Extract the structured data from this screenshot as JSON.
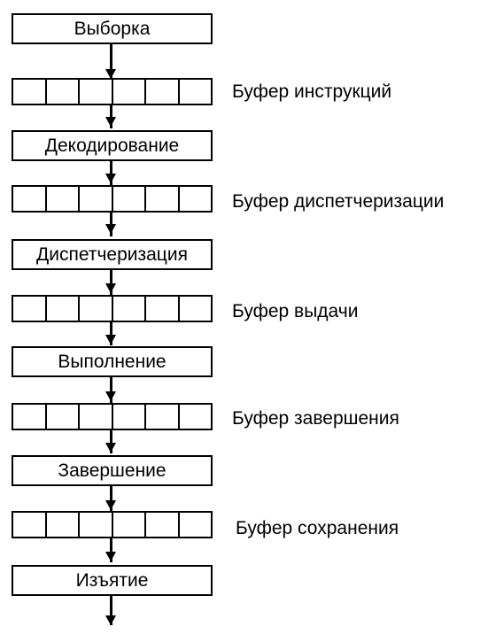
{
  "diagram": {
    "stages": [
      {
        "label": "Выборка"
      },
      {
        "label": "Декодирование"
      },
      {
        "label": "Диспетчеризация"
      },
      {
        "label": "Выполнение"
      },
      {
        "label": "Завершение"
      },
      {
        "label": "Изъятие"
      }
    ],
    "buffers": [
      {
        "label": "Буфер инструкций",
        "cells": 6
      },
      {
        "label": "Буфер диспетчеризации",
        "cells": 6
      },
      {
        "label": "Буфер выдачи",
        "cells": 6
      },
      {
        "label": "Буфер завершения",
        "cells": 6
      },
      {
        "label": "Буфер сохранения",
        "cells": 6
      }
    ],
    "colors": {
      "stroke": "#000000",
      "background": "#ffffff"
    }
  }
}
